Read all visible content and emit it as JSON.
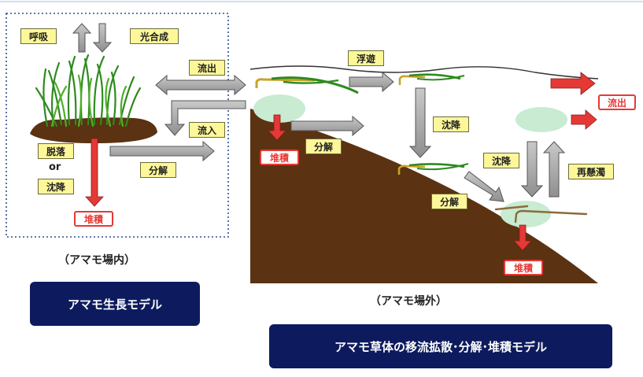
{
  "left_panel": {
    "respiration": "呼吸",
    "photosynthesis": "光合成",
    "outflow": "流出",
    "inflow": "流入",
    "shedding": "脱落",
    "or": "or",
    "sinking": "沈降",
    "decomposition": "分解",
    "deposition": "堆積",
    "caption": "（アマモ場内）"
  },
  "right_panel": {
    "floating": "浮遊",
    "outflow": "流出",
    "sinking": "沈降",
    "decomposition_1": "分解",
    "decomposition_2": "分解",
    "sinking_2": "沈降",
    "resuspension": "再懸濁",
    "deposition_1": "堆積",
    "deposition_2": "堆積",
    "caption": "（アマモ場外）"
  },
  "titles": {
    "growth_model": "アマモ生長モデル",
    "transport_model": "アマモ草体の移流拡散･分解･堆積モデル"
  },
  "colors": {
    "label_fill": "#fdf79a",
    "arrow_gray": "#a8a8a8",
    "arrow_red": "#e53935",
    "seabed_brown": "#5b3212",
    "title_navy": "#0d1b5e",
    "detritus_green": "#c8ebd2",
    "seagrass_green": "#2f8a1f"
  }
}
